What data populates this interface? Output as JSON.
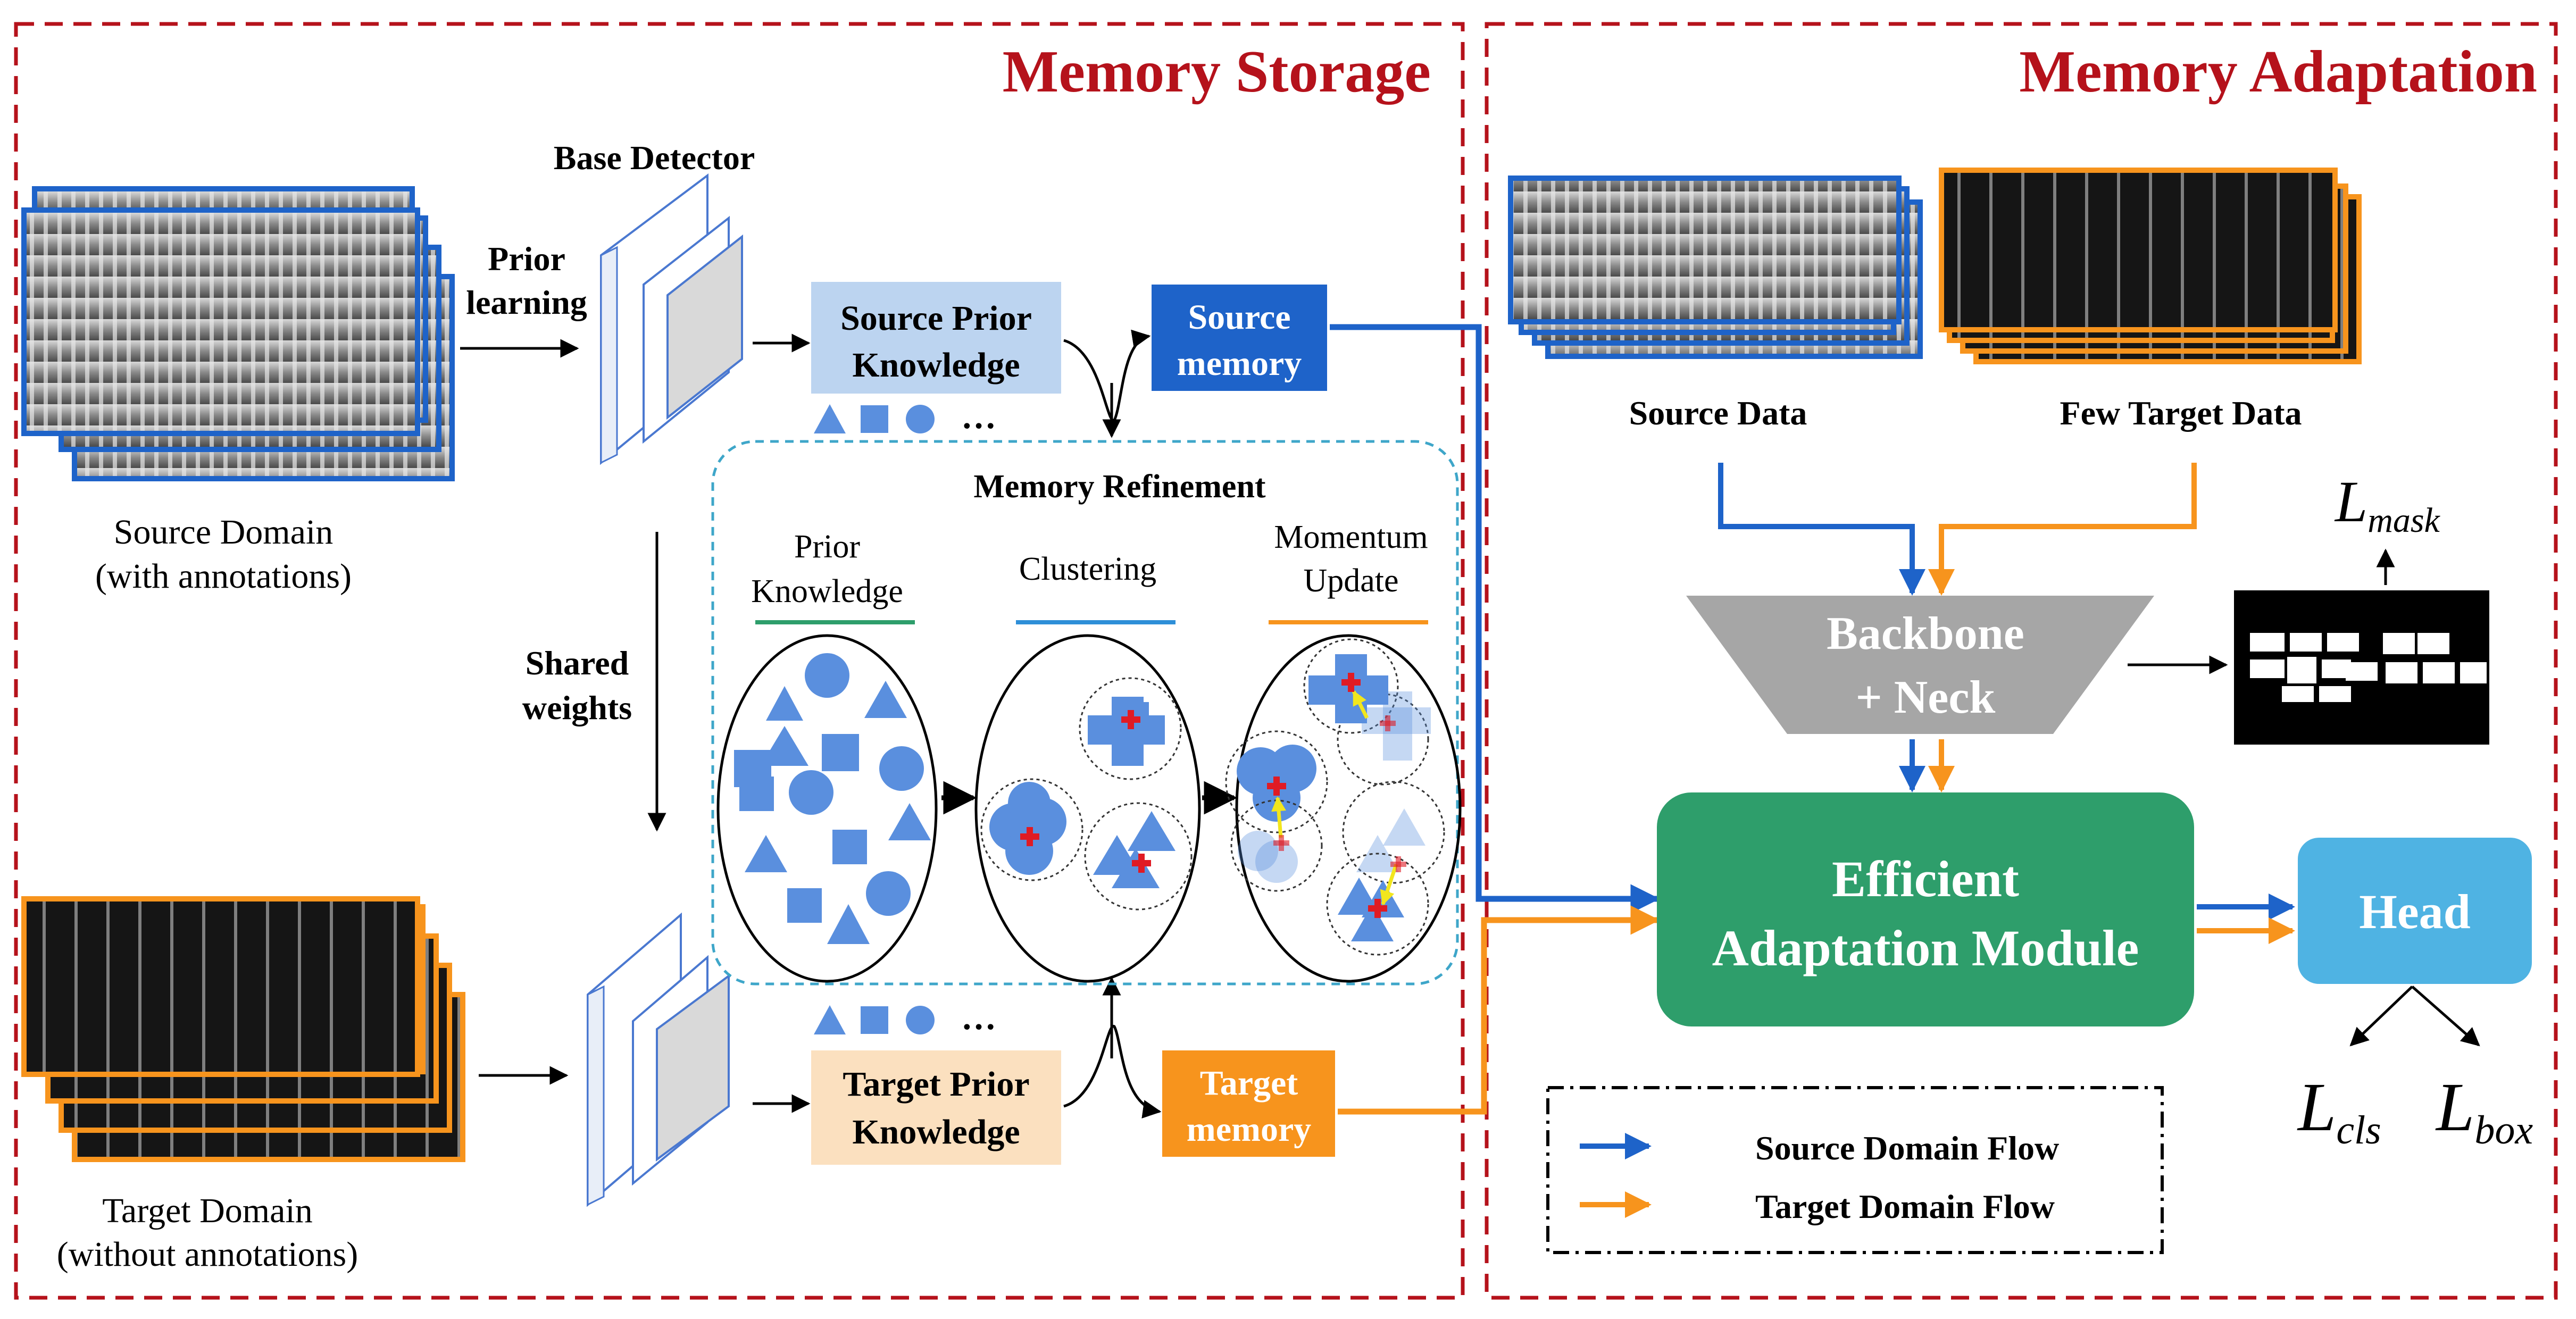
{
  "sections": {
    "storage_title": "Memory Storage",
    "adaptation_title": "Memory Adaptation"
  },
  "storage": {
    "source_domain_line1": "Source Domain",
    "source_domain_line2": "(with annotations)",
    "target_domain_line1": "Target Domain",
    "target_domain_line2": "(without annotations)",
    "prior_learning_line1": "Prior",
    "prior_learning_line2": "learning",
    "base_detector": "Base Detector",
    "shared_weights_line1": "Shared",
    "shared_weights_line2": "weights",
    "source_prior_line1": "Source Prior",
    "source_prior_line2": "Knowledge",
    "target_prior_line1": "Target Prior",
    "target_prior_line2": "Knowledge",
    "source_memory_line1": "Source",
    "source_memory_line2": "memory",
    "target_memory_line1": "Target",
    "target_memory_line2": "memory",
    "ellipsis": "…"
  },
  "refinement": {
    "title": "Memory Refinement",
    "prior_line1": "Prior",
    "prior_line2": "Knowledge",
    "clustering": "Clustering",
    "momentum_line1": "Momentum",
    "momentum_line2": "Update"
  },
  "adaptation": {
    "source_data": "Source Data",
    "few_target_data": "Few Target Data",
    "backbone_line1": "Backbone",
    "backbone_line2": "+ Neck",
    "module_line1": "Efficient",
    "module_line2": "Adaptation Module",
    "head": "Head",
    "loss_mask": "L",
    "loss_mask_sub": "mask",
    "loss_cls": "L",
    "loss_cls_sub": "cls",
    "loss_box": "L",
    "loss_box_sub": "box"
  },
  "legend": {
    "source_flow": "Source Domain Flow",
    "target_flow": "Target Domain Flow"
  },
  "colors": {
    "section_border": "#b5121b",
    "title_red": "#b5121b",
    "source_blue": "#1e63c9",
    "target_orange": "#f7941d",
    "shape_blue": "#5a8fde",
    "source_prior_fill": "#bcd4f0",
    "target_prior_fill": "#fbe0bf",
    "module_green": "#2e9e6b",
    "head_blue": "#4fb3e3",
    "backbone_gray": "#a6a6a6",
    "refinement_border": "#3ea6c9",
    "prior_underline": "#2e9e6b",
    "clustering_underline": "#2e8fd8",
    "momentum_underline": "#f7941d",
    "cross_red": "#e01b24",
    "arrow_yellow": "#f2e61d"
  },
  "icons": {
    "shapes": [
      "triangle-icon",
      "square-icon",
      "circle-icon"
    ],
    "cluster_center": "cross-icon",
    "update_arrow": "yellow-arrow-icon"
  }
}
